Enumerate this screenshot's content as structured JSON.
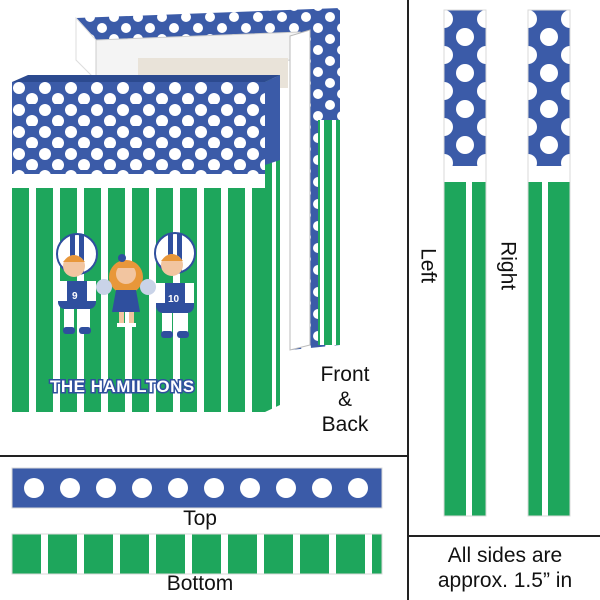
{
  "team_name": "THE HAMILTONS",
  "jersey_numbers": {
    "left_player": "9",
    "right_player": "10"
  },
  "labels": {
    "front_back": [
      "Front",
      "&",
      "Back"
    ],
    "left": "Left",
    "right": "Right",
    "top": "Top",
    "bottom": "Bottom",
    "note": [
      "All sides are",
      "approx. 1.5” in"
    ]
  },
  "colors": {
    "polka_blue": "#3b5ba8",
    "field_green": "#1ea65c",
    "stripe_white": "#ffffff",
    "divider": "#222222"
  }
}
